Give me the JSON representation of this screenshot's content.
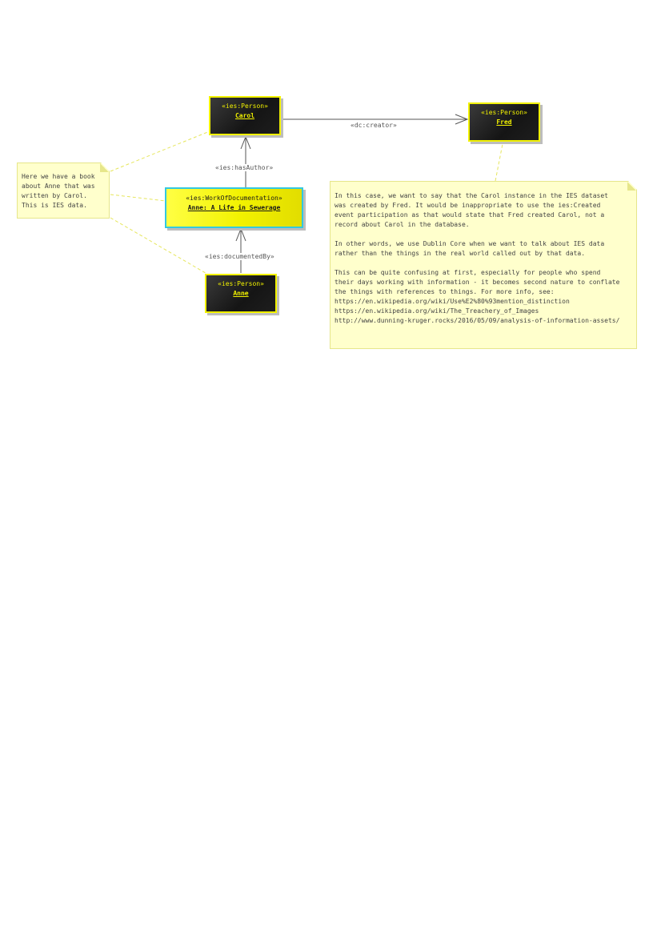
{
  "nodes": {
    "carol": {
      "stereotype": "«ies:Person»",
      "name": "Carol"
    },
    "fred": {
      "stereotype": "«ies:Person»",
      "name": "Fred"
    },
    "book": {
      "stereotype": "«ies:WorkOfDocumentation»",
      "name": "Anne: A Life in Sewerage"
    },
    "anne": {
      "stereotype": "«ies:Person»",
      "name": "Anne"
    }
  },
  "relations": {
    "creator": "«dc:creator»",
    "has_author": "«ies:hasAuthor»",
    "documented_by": "«ies:documentedBy»"
  },
  "notes": {
    "small": {
      "text": "Here we have a book about Anne that was written by Carol. This is IES data."
    },
    "large": {
      "para1": [
        "In this case, we want to say that the Carol instance in the IES dataset",
        "was created by Fred. It would be inappropriate to use the ies:Created",
        "event participation as that would state that Fred created Carol, not a",
        "record about Carol in the database."
      ],
      "para2": [
        "In other words, we use Dublin Core when we want to talk about IES data",
        "rather than the things in the real world called out by that data."
      ],
      "para3": [
        "This can be quite confusing at first, especially for people who spend",
        "their days working with information - it becomes second nature to conflate",
        "the things with references to things. For more info, see:",
        "https://en.wikipedia.org/wiki/Use%E2%80%93mention_distinction",
        "https://en.wikipedia.org/wiki/The_Treachery_of_Images",
        "http://www.dunning-kruger.rocks/2016/05/09/analysis-of-information-assets/"
      ]
    }
  },
  "colors": {
    "node_border": "#f2f200",
    "node_fill": "#1e1e1e",
    "work_fill": "#f2f200",
    "work_border": "#33c8e0",
    "note_fill": "#ffffcc",
    "note_link": "#e6e65c",
    "connector": "#555555"
  }
}
